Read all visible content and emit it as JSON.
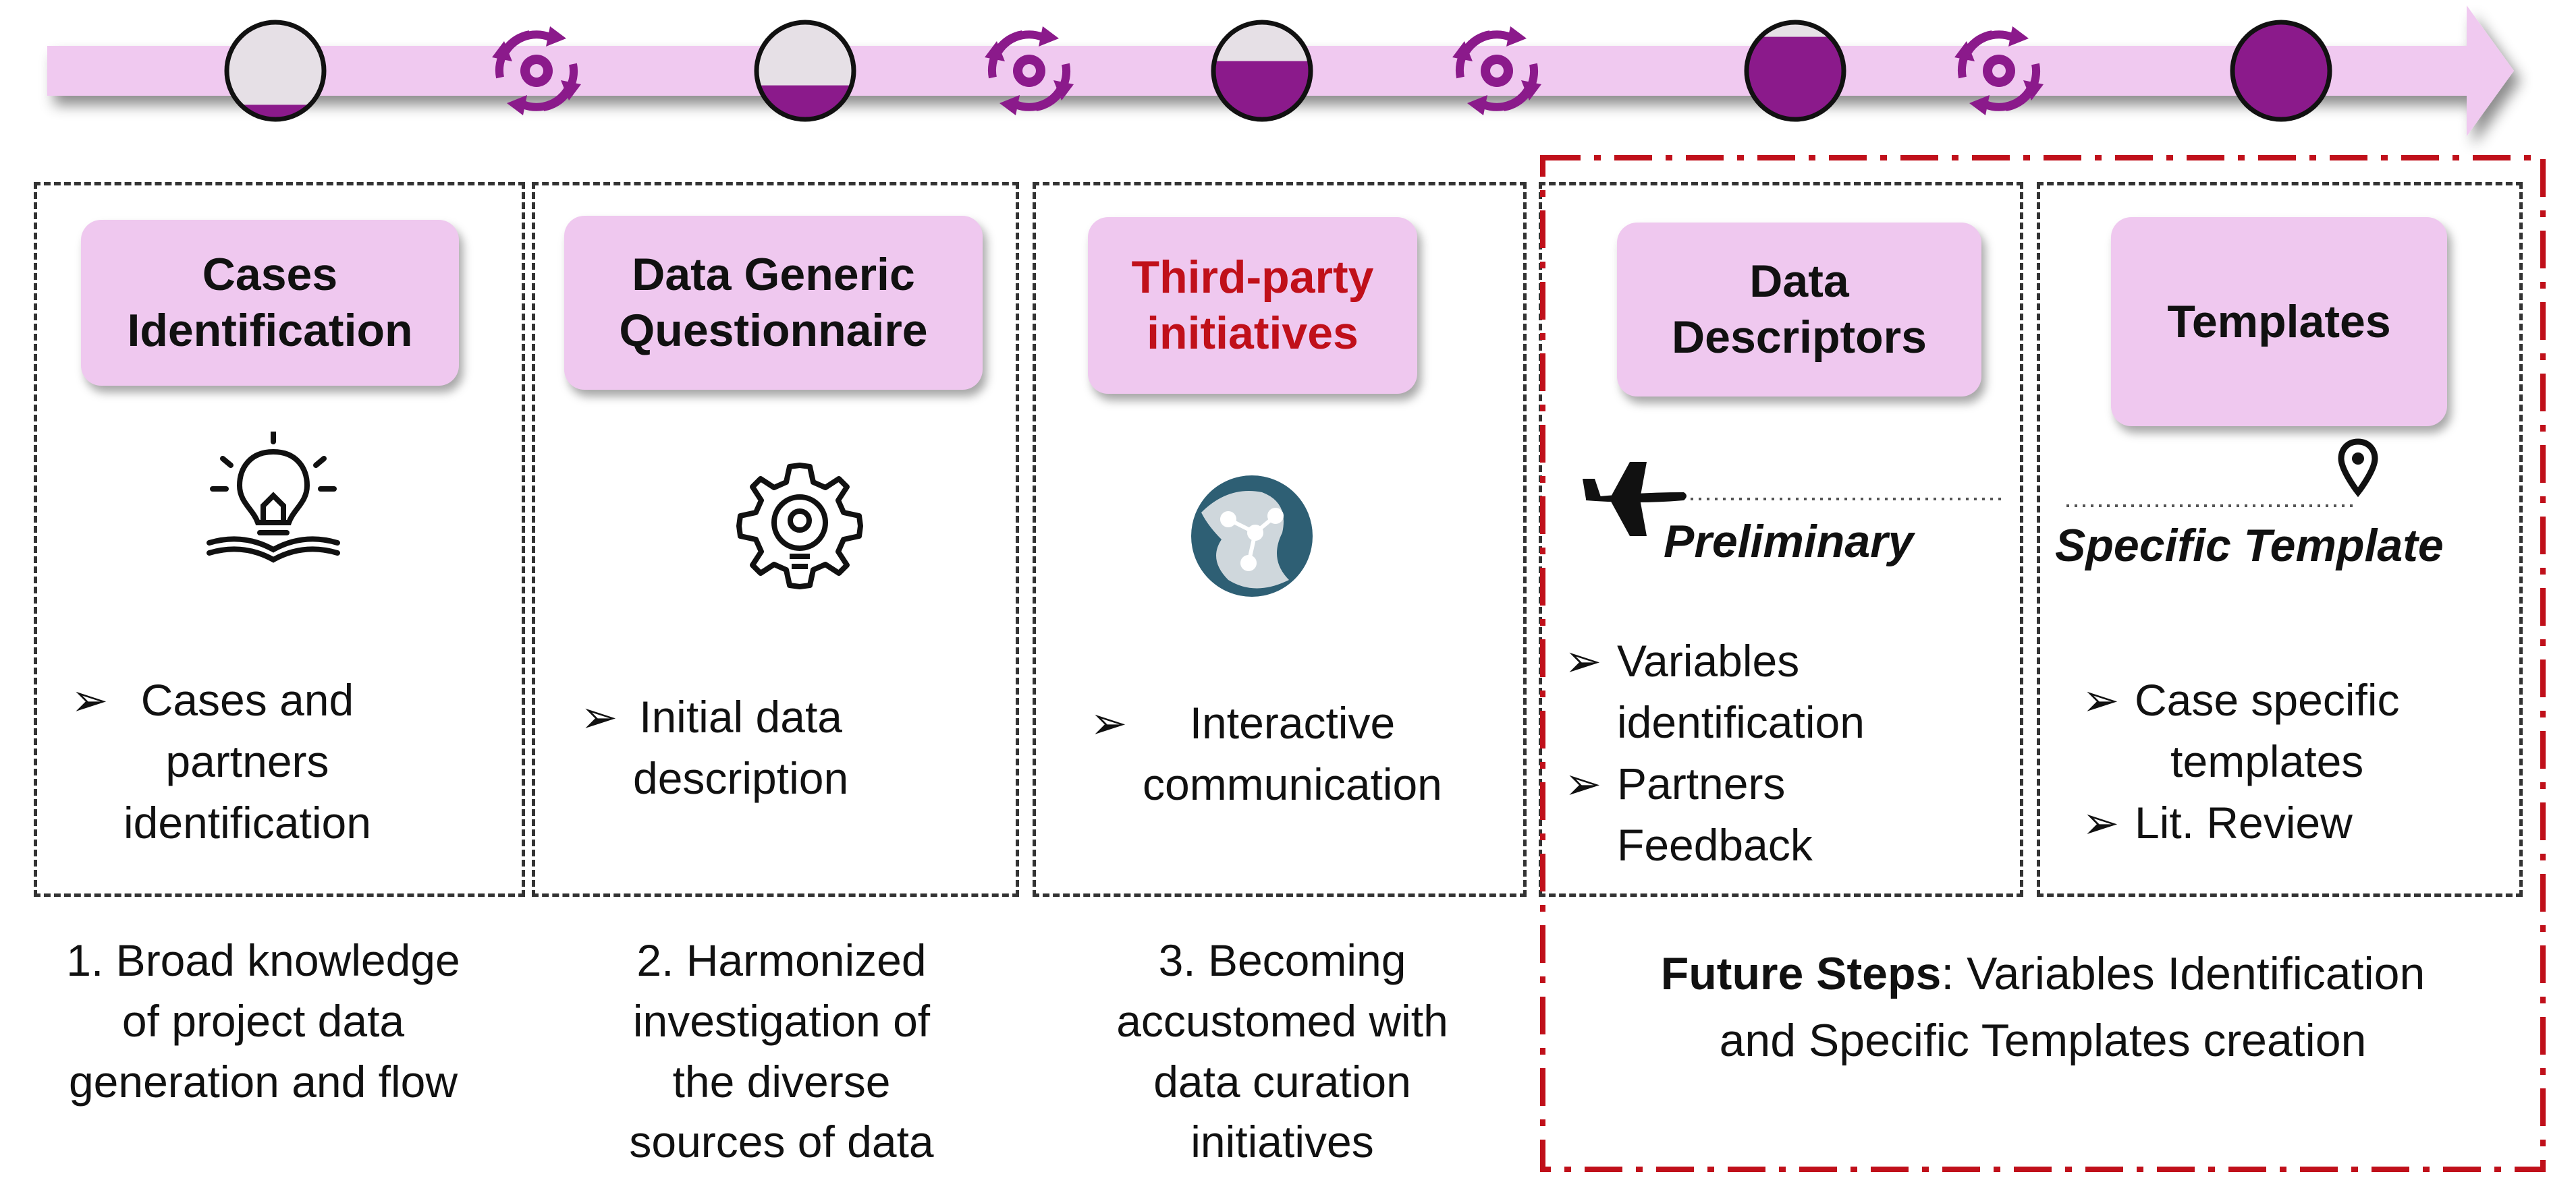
{
  "timeline": {
    "progress_steps": [
      0.15,
      0.35,
      0.6,
      0.85,
      1.0
    ],
    "accent_color": "#8b1a8b",
    "arrow_color": "#f0c9f0",
    "icon_between_steps": "cycle-gear-icon"
  },
  "phases": [
    {
      "title": "Cases\nIdentification",
      "title_color": "#111111",
      "icon": "lightbulb-book-icon",
      "bullets": [
        "Cases and\npartners\nidentification"
      ],
      "caption": "1. Broad knowledge\nof project data\ngeneration and flow"
    },
    {
      "title": "Data Generic\nQuestionnaire",
      "title_color": "#111111",
      "icon": "gear-lightbulb-icon",
      "bullets": [
        "Initial data\ndescription"
      ],
      "caption": "2. Harmonized\ninvestigation of\nthe diverse\nsources of data"
    },
    {
      "title": "Third-party\ninitiatives",
      "title_color": "#c0101a",
      "icon": "globe-network-icon",
      "bullets": [
        "Interactive\ncommunication"
      ],
      "caption": "3. Becoming\naccustomed with\ndata curation\ninitiatives"
    },
    {
      "title": "Data\nDescriptors",
      "title_color": "#111111",
      "icon": "airplane-icon",
      "sublabel": "Preliminary",
      "bullets": [
        "Variables\nidentification",
        "Partners\nFeedback"
      ]
    },
    {
      "title": "Templates",
      "title_color": "#111111",
      "icon": "map-pin-icon",
      "sublabel": "Specific Template",
      "bullets": [
        "Case specific\ntemplates",
        "Lit. Review"
      ]
    }
  ],
  "future": {
    "label": "Future Steps",
    "text": ": Variables Identification",
    "text_line2": "and Specific Templates creation",
    "border_color": "#c0101a"
  },
  "bullet_marker": "➢"
}
